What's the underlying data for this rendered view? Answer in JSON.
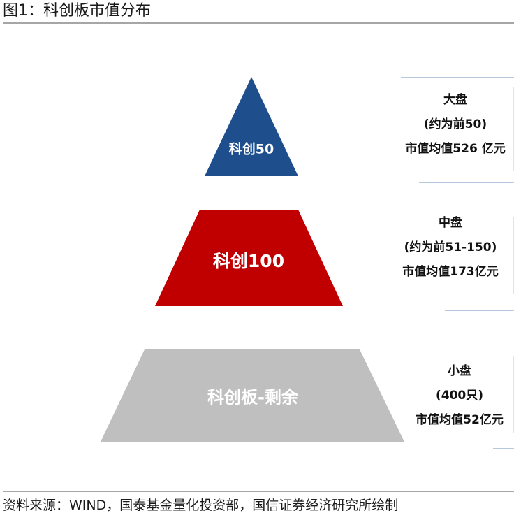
{
  "figure": {
    "title": "图1：科创板市值分布",
    "source": "资料来源：WIND，国泰基金量化投资部，国信证券经济研究所绘制"
  },
  "colors": {
    "tier_top": "#1f4e8c",
    "tier_middle": "#c00000",
    "tier_bottom": "#bfbfbf",
    "bracket_line": "#b7c9dd",
    "rule": "#a6a6a6"
  },
  "tiers": [
    {
      "label": "科创50",
      "shape": "triangle",
      "side": {
        "category": "大盘",
        "range": "(约为前50)",
        "avg_cap": "市值均值526 亿元"
      }
    },
    {
      "label": "科创100",
      "shape": "trapezoid",
      "side": {
        "category": "中盘",
        "range": "(约为前51-150)",
        "avg_cap": "市值均值173亿元"
      }
    },
    {
      "label": "科创板-剩余",
      "shape": "trapezoid",
      "side": {
        "category": "小盘",
        "range": "(400只)",
        "avg_cap": "市值均值52亿元"
      }
    }
  ],
  "chart_data": {
    "type": "pyramid",
    "title": "图1：科创板市值分布",
    "levels": [
      {
        "name": "科创50",
        "segment": "大盘",
        "constituents": "约为前50",
        "avg_market_cap_yi_yuan": 526
      },
      {
        "name": "科创100",
        "segment": "中盘",
        "constituents": "约为前51-150",
        "avg_market_cap_yi_yuan": 173
      },
      {
        "name": "科创板-剩余",
        "segment": "小盘",
        "constituents": "400只",
        "avg_market_cap_yi_yuan": 52
      }
    ],
    "unit": "亿元"
  }
}
